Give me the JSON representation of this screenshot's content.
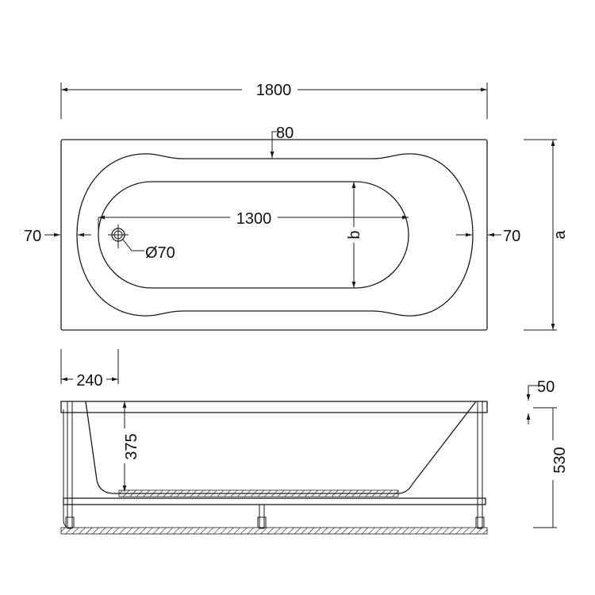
{
  "top_view": {
    "overall_length": "1800",
    "rim_width": "80",
    "left_edge": "70",
    "right_edge": "70",
    "inner_length": "1300",
    "inner_width": "b",
    "overall_width": "a",
    "drain": "Ø70",
    "drain_offset": "240"
  },
  "side_view": {
    "depth": "375",
    "rim_height": "50",
    "total_height": "530"
  },
  "colors": {
    "line": "#1a1a1a",
    "background": "#ffffff"
  }
}
